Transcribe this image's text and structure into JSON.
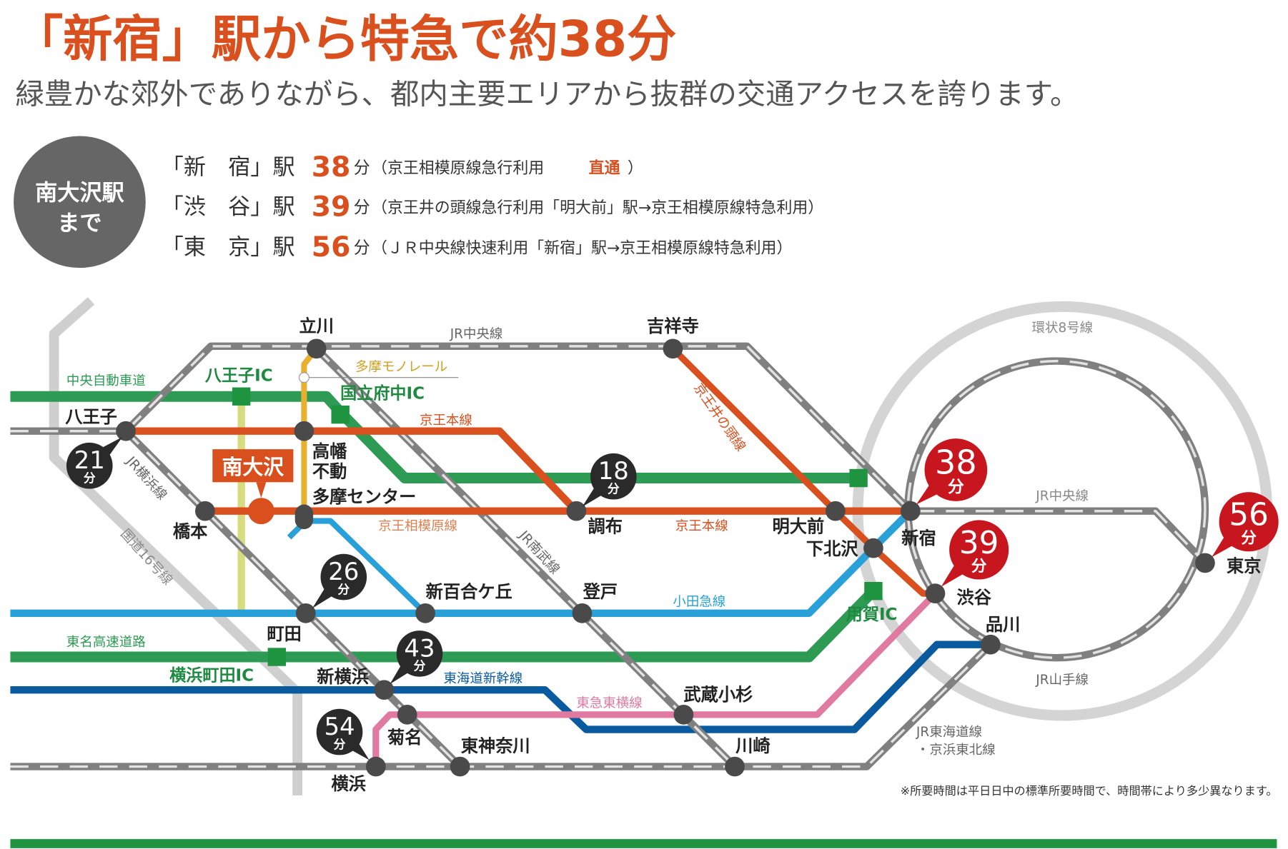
{
  "header": {
    "title": "「新宿」駅から特急で約38分",
    "subtitle": "緑豊かな郊外でありながら、都内主要エリアから抜群の交通アクセスを誇ります。"
  },
  "summary": {
    "badge_line1": "南大沢駅",
    "badge_line2": "まで",
    "rows": [
      {
        "station": "「新　宿」駅",
        "minutes": "38",
        "unit": "分",
        "note": "（京王相模原線急行利用 ",
        "highlight": "直通",
        "note_end": "）"
      },
      {
        "station": "「渋　谷」駅",
        "minutes": "39",
        "unit": "分",
        "note": "（京王井の頭線急行利用「明大前」駅→京王相模原線特急利用）"
      },
      {
        "station": "「東　京」駅",
        "minutes": "56",
        "unit": "分",
        "note": "（ＪＲ中央線快速利用「新宿」駅→京王相模原線特急利用）"
      }
    ]
  },
  "map": {
    "origin": "南大沢",
    "stations": {
      "tachikawa": "立川",
      "kichijoji": "吉祥寺",
      "hachioji": "八王子",
      "takahata": "高幡\n不動",
      "tamacenter": "多摩センター",
      "hashimoto": "橋本",
      "chofu": "調布",
      "meidaimae": "明大前",
      "shimokitazawa": "下北沢",
      "shinjuku": "新宿",
      "shibuya": "渋谷",
      "tokyo": "東京",
      "shinyurigaoka": "新百合ケ丘",
      "noborito": "登戸",
      "machida": "町田",
      "shinyokohama": "新横浜",
      "kikuna": "菊名",
      "higashikanagawa": "東神奈川",
      "yokohama": "横浜",
      "musashikosugi": "武蔵小杉",
      "kawasaki": "川崎",
      "shinagawa": "品川"
    },
    "interchanges": {
      "hachioji_ic": "八王子IC",
      "kunitachifuchu_ic": "国立府中IC",
      "yoga_ic": "用賀IC",
      "yokohamamachida_ic": "横浜町田IC"
    },
    "lines": {
      "jr_chuo_top": "JR中央線",
      "jr_chuo_right": "JR中央線",
      "tama_monorail": "多摩モノレール",
      "chuo_expressway": "中央自動車道",
      "keio_main": "京王本線",
      "keio_main2": "京王本線",
      "keio_sagamihara": "京王相模原線",
      "keio_inokashira": "京王井の頭線",
      "jr_yokohama": "JR横浜線",
      "route16": "国道16号線",
      "jr_nambu": "JR南武線",
      "odakyu": "小田急線",
      "tomei": "東名高速道路",
      "shinkansen": "東海道新幹線",
      "toyoko": "東急東横線",
      "jr_tokaido_1": "JR東海道線",
      "jr_tokaido_2": "・京浜東北線",
      "yamanote": "JR山手線",
      "kanpachi": "環状8号線"
    },
    "bubbles": [
      {
        "minutes": "21",
        "unit": "分",
        "to": "八王子"
      },
      {
        "minutes": "18",
        "unit": "分",
        "to": "調布"
      },
      {
        "minutes": "26",
        "unit": "分",
        "to": "町田"
      },
      {
        "minutes": "43",
        "unit": "分",
        "to": "新横浜"
      },
      {
        "minutes": "54",
        "unit": "分",
        "to": "横浜"
      },
      {
        "minutes": "38",
        "unit": "分",
        "to": "新宿"
      },
      {
        "minutes": "39",
        "unit": "分",
        "to": "渋谷"
      },
      {
        "minutes": "56",
        "unit": "分",
        "to": "東京"
      }
    ],
    "footnote": "※所要時間は平日日中の標準所要時間で、時間帯により多少異なります。"
  },
  "colors": {
    "accent": "#d9501e",
    "keio": "#d9501e",
    "green": "#2e9b55",
    "odakyu": "#2aa0d8",
    "shinkansen": "#0a5aa0",
    "toyoko": "#e07aa0",
    "monorail": "#e8b030",
    "red_bubble": "#c8161e",
    "dark_bubble": "#2a2a2a"
  }
}
